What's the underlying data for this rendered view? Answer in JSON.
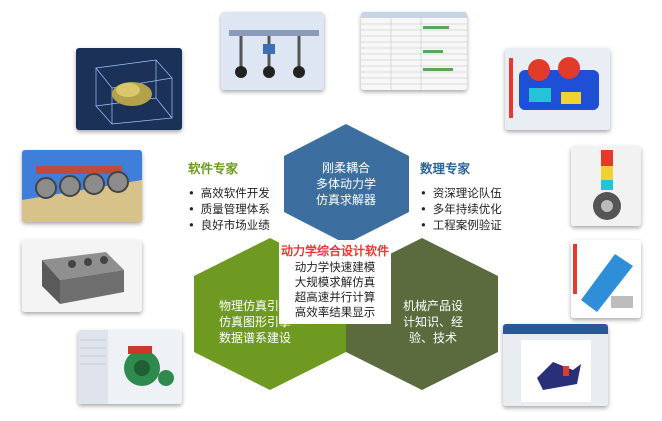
{
  "colors": {
    "blue_hex": "#3c6e9f",
    "green_hex": "#6f9a22",
    "olive_hex": "#5b6b3d",
    "software_title": "#6a9b1f",
    "data_title": "#2f6497",
    "core_title": "#e53935"
  },
  "top_hex": {
    "lines": [
      "刚柔耦合",
      "多体动力学",
      "仿真求解器"
    ]
  },
  "left_hex": {
    "lines": [
      "物理仿真引擎",
      "仿真图形引擎",
      "数据谱系建设"
    ]
  },
  "right_hex": {
    "lines": [
      "机械产品设",
      "计知识、经",
      "验、技术"
    ]
  },
  "center": {
    "title": "动力学综合设计软件",
    "lines": [
      "动力学快速建模",
      "大规模求解仿真",
      "超高速并行计算",
      "高效率结果显示"
    ]
  },
  "software_expert": {
    "title": "软件专家",
    "items": [
      "高效软件开发",
      "质量管理体系",
      "良好市场业绩"
    ]
  },
  "data_expert": {
    "title": "数理专家",
    "items": [
      "资深理论队伍",
      "多年持续优化",
      "工程案例验证"
    ]
  },
  "thumbnails": [
    "wireframe-model-icon",
    "landing-gear-icon",
    "data-table-icon",
    "engine-stress-icon",
    "tracked-vehicle-icon",
    "gear-stress-icon",
    "engine-block-icon",
    "crankshaft-icon",
    "gearbox-software-icon",
    "document-chart-icon"
  ]
}
